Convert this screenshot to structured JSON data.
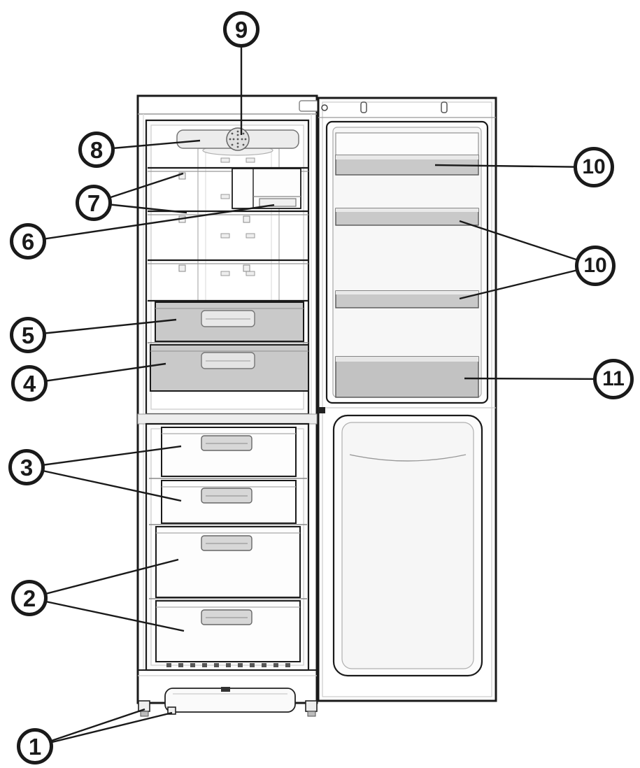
{
  "figure": {
    "callouts": [
      {
        "label": "9"
      },
      {
        "label": "8"
      },
      {
        "label": "7"
      },
      {
        "label": "6"
      },
      {
        "label": "5"
      },
      {
        "label": "4"
      },
      {
        "label": "3"
      },
      {
        "label": "2"
      },
      {
        "label": "1"
      },
      {
        "label": "10"
      },
      {
        "label": "10"
      },
      {
        "label": "11"
      }
    ],
    "colors": {
      "line": "#1a1a1a",
      "shade_mid": "#c9c9c9",
      "shade_dark": "#c2c2c2",
      "background": "#ffffff"
    }
  }
}
